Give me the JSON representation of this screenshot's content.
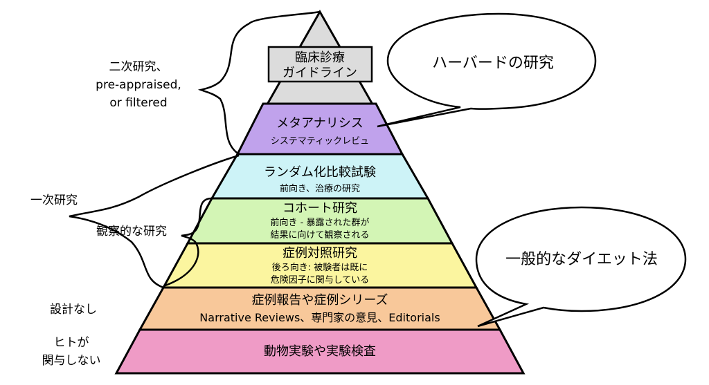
{
  "pyramid": {
    "apex": {
      "title_line1": "臨床診療",
      "title_line2": "ガイドライン",
      "color": "#dcdcdc"
    },
    "levels": [
      {
        "id": "meta",
        "title": "メタアナリシス",
        "sub": "システマティックレビュ",
        "color": "#c0a2ec"
      },
      {
        "id": "rct",
        "title": "ランダム化比較試験",
        "sub": "前向き、治療の研究",
        "color": "#cdf3f7"
      },
      {
        "id": "cohort",
        "title": "コホート研究",
        "sub1": "前向き - 暴露された群が",
        "sub2": "結果に向けて観察される",
        "color": "#d3f5b5"
      },
      {
        "id": "case-control",
        "title": "症例対照研究",
        "sub1": "後ろ向き: 被験者は既に",
        "sub2": "危険因子に関与している",
        "color": "#fbf59f"
      },
      {
        "id": "case-series",
        "title": "症例報告や症例シリーズ",
        "sub": "Narrative Reviews、専門家の意見、Editorials",
        "color": "#f8c89a"
      },
      {
        "id": "animal",
        "title": "動物実験や実験検査",
        "color": "#ef9bc6"
      }
    ]
  },
  "side_labels": {
    "secondary": [
      "二次研究、",
      "pre-appraised,",
      "or filtered"
    ],
    "primary": "一次研究",
    "observational": "観察的な研究",
    "no_design": "設計なし",
    "no_human": [
      "ヒトが",
      "関与しない"
    ]
  },
  "bubbles": {
    "harvard": "ハーバードの研究",
    "diet": "一般的なダイエット法"
  }
}
